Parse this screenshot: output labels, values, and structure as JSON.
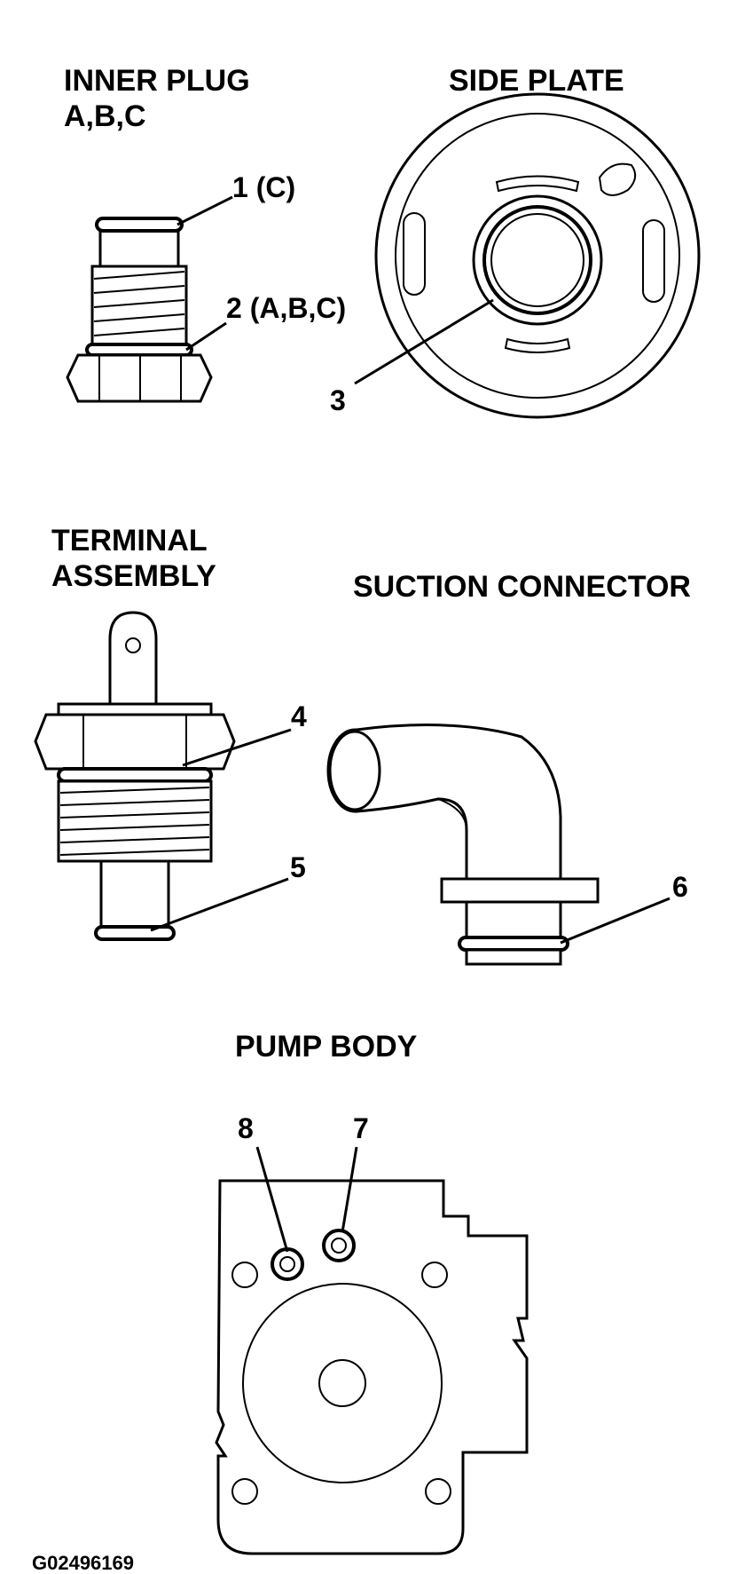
{
  "sections": {
    "inner_plug": {
      "title_line1": "INNER PLUG",
      "title_line2": "A,B,C"
    },
    "side_plate": {
      "title": "SIDE PLATE"
    },
    "terminal_assembly": {
      "title_line1": "TERMINAL",
      "title_line2": "ASSEMBLY"
    },
    "suction_connector": {
      "title": "SUCTION CONNECTOR"
    },
    "pump_body": {
      "title": "PUMP BODY"
    }
  },
  "callouts": {
    "c1": "1 (C)",
    "c2": "2 (A,B,C)",
    "c3": "3",
    "c4": "4",
    "c5": "5",
    "c6": "6",
    "c7": "7",
    "c8": "8"
  },
  "figure_id": "G02496169"
}
